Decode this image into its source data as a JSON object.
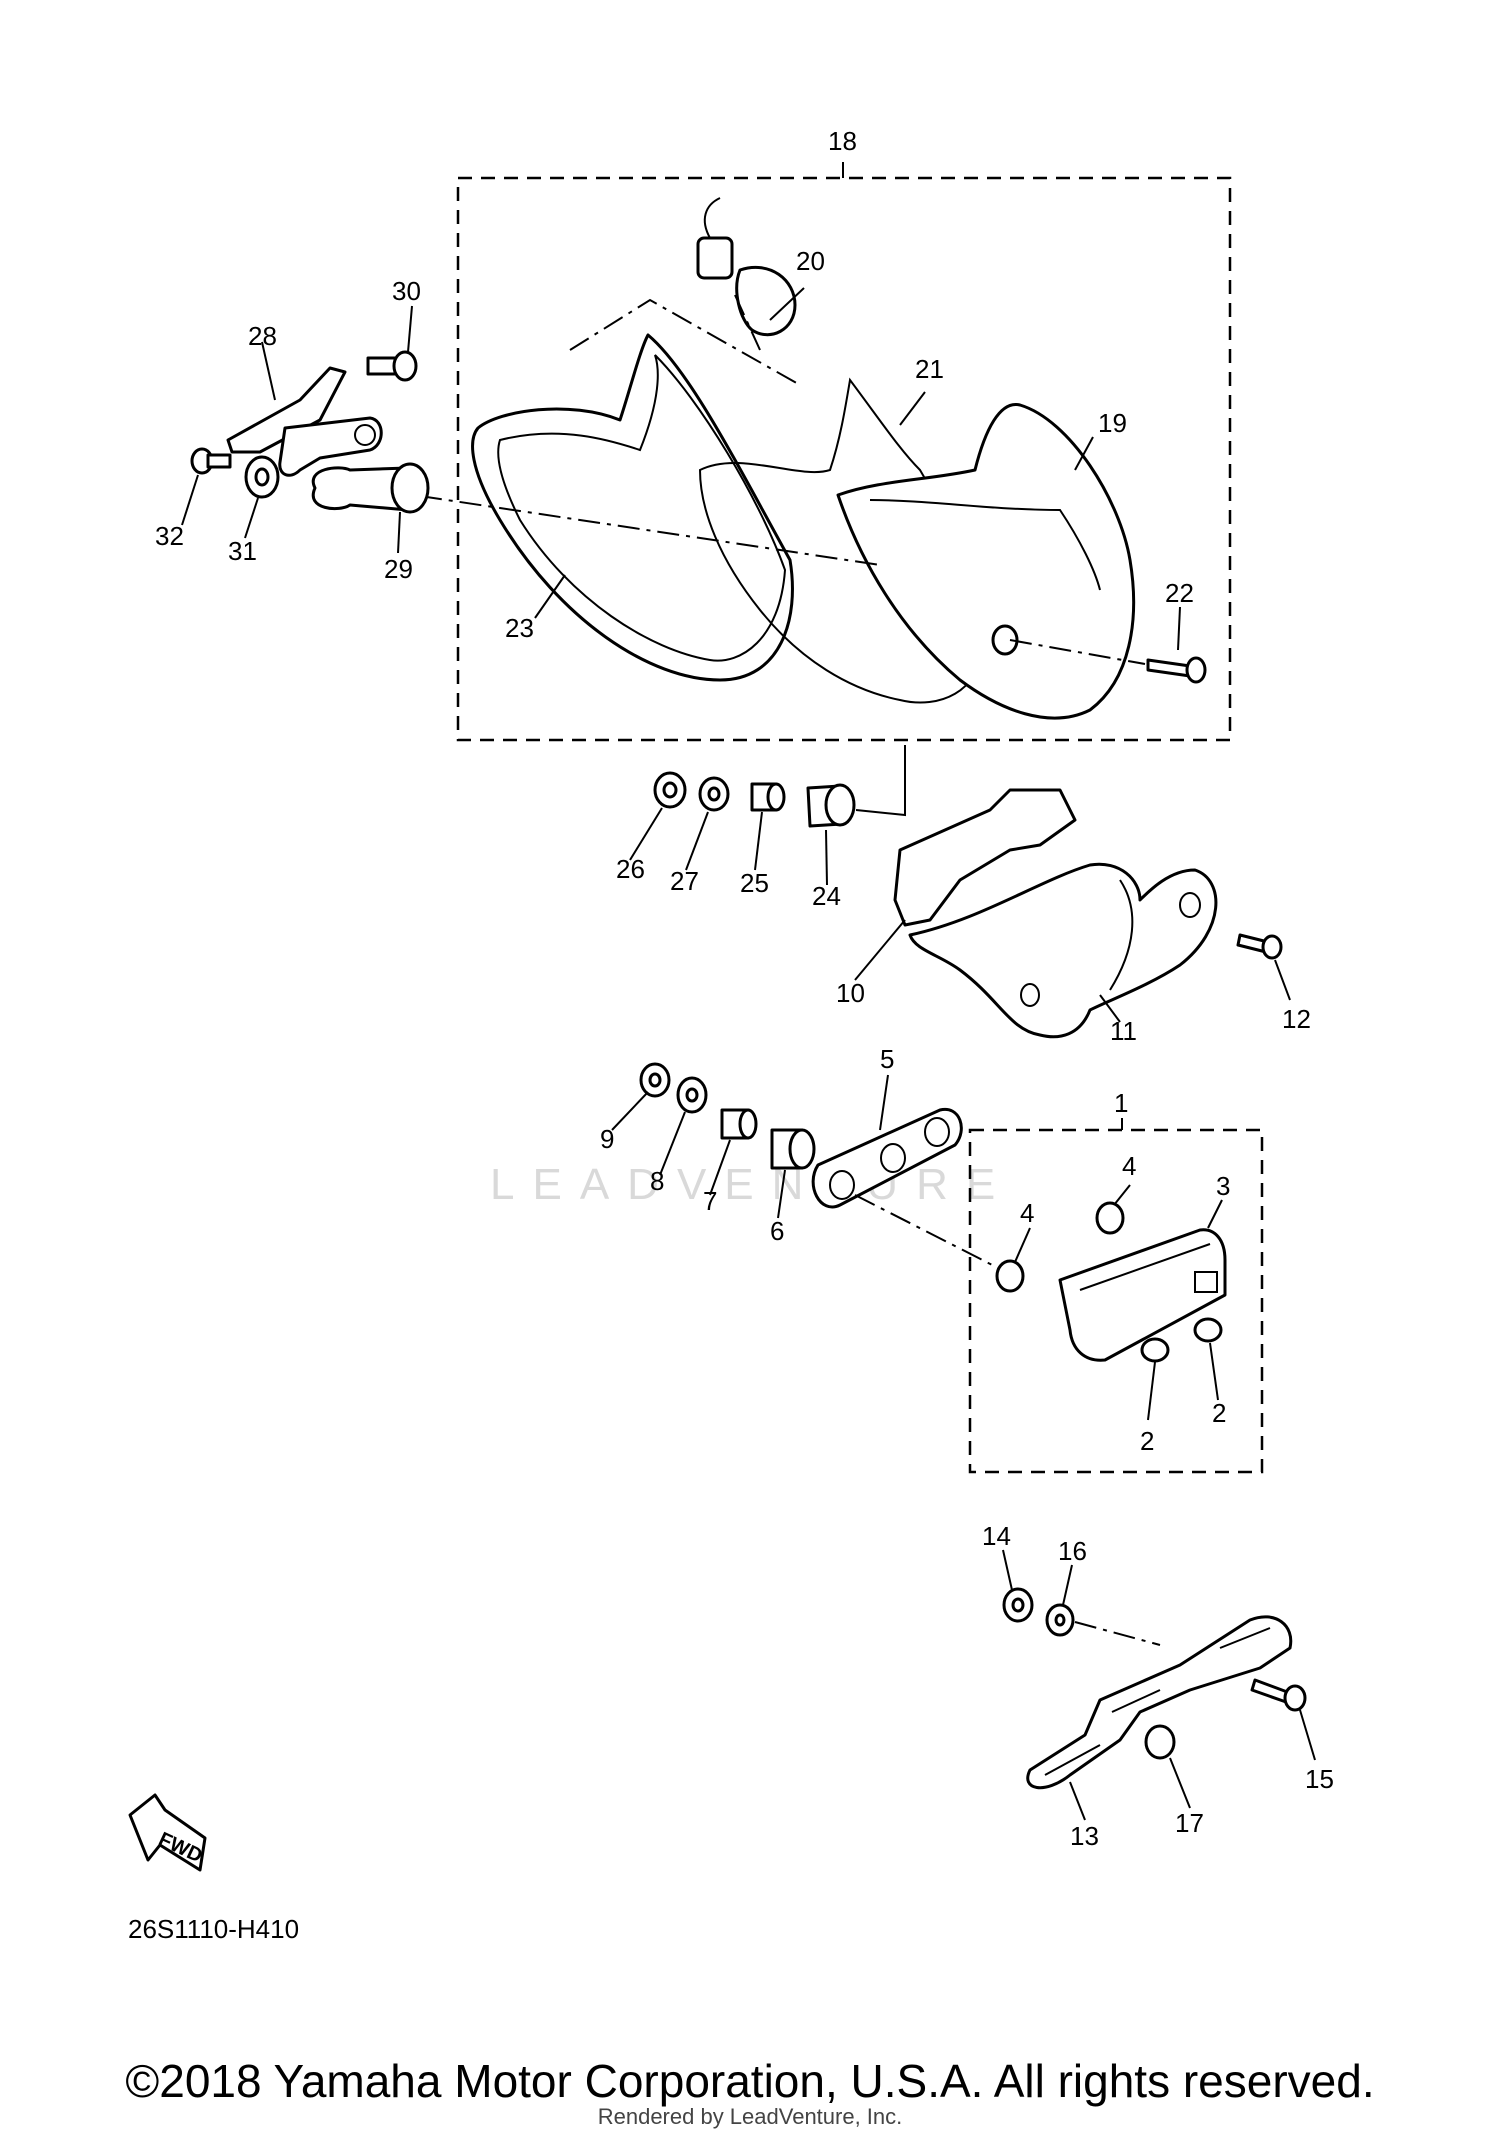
{
  "callouts": [
    "1",
    "2",
    "2",
    "3",
    "4",
    "4",
    "5",
    "6",
    "7",
    "8",
    "9",
    "10",
    "11",
    "12",
    "13",
    "14",
    "15",
    "16",
    "17",
    "18",
    "19",
    "20",
    "21",
    "22",
    "23",
    "24",
    "25",
    "26",
    "27",
    "28",
    "29",
    "30",
    "31",
    "32"
  ],
  "fwd_label": "FWD",
  "diagram_code": "26S1110-H410",
  "watermark": "LEADVENTURE",
  "copyright": "©2018 Yamaha Motor Corporation, U.S.A. All rights reserved.",
  "rendered_by": "Rendered by LeadVenture, Inc."
}
